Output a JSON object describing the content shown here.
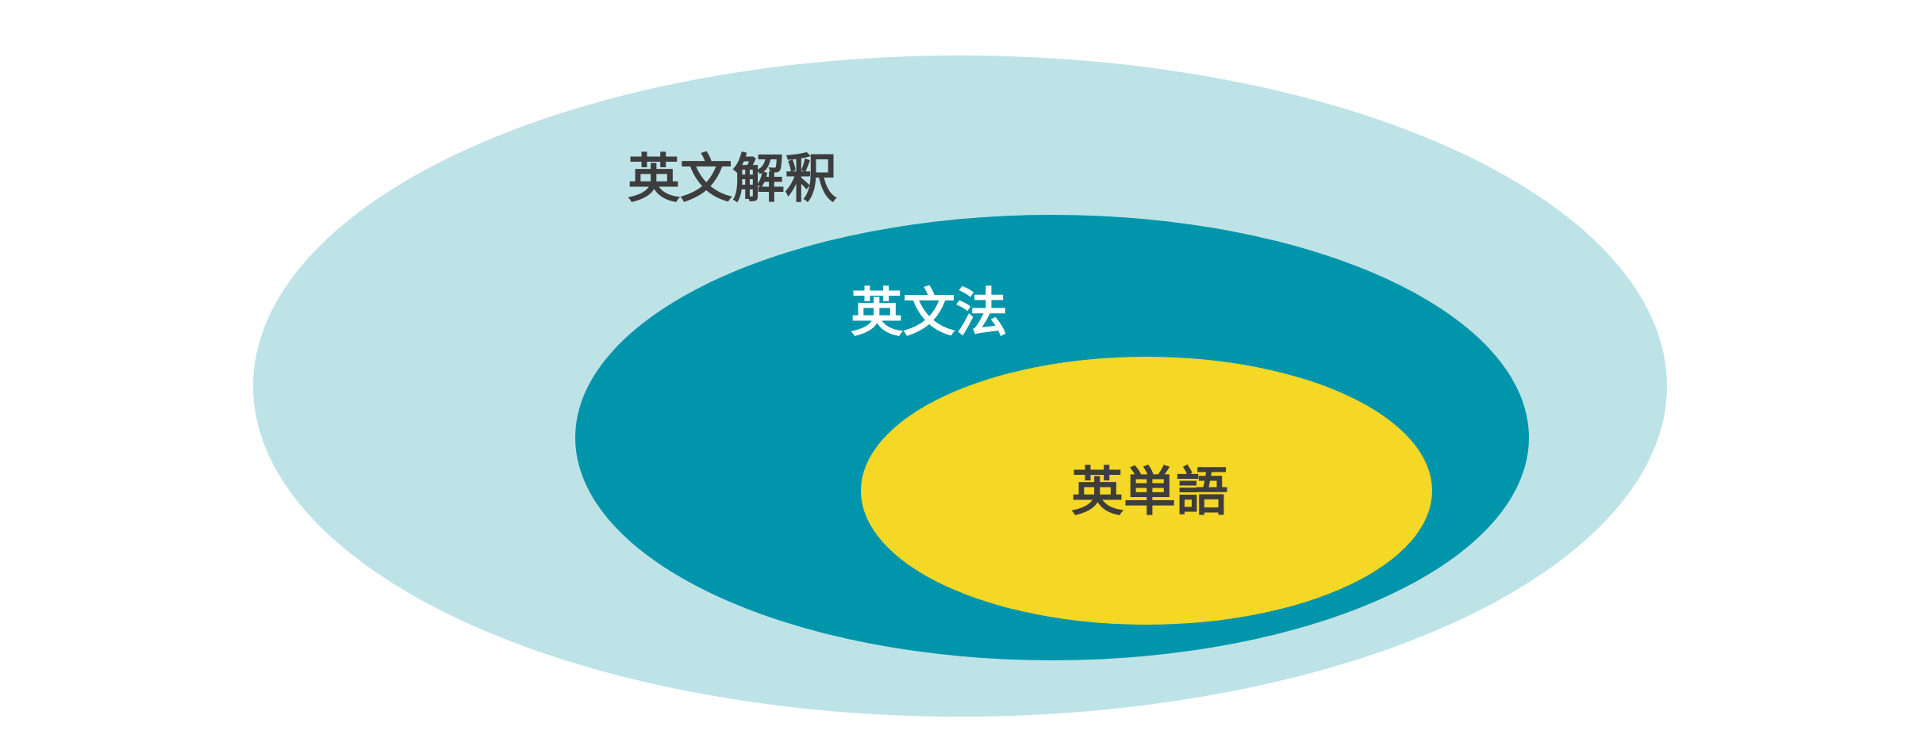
{
  "diagram": {
    "outer": {
      "label": "英文解釈",
      "fill": "#bde3e7",
      "text_color": "#3d3d3d"
    },
    "middle": {
      "label": "英文法",
      "fill": "#0095ab",
      "text_color": "#ffffff"
    },
    "inner": {
      "label": "英単語",
      "fill": "#f5d725",
      "text_color": "#3d3d3d"
    }
  }
}
